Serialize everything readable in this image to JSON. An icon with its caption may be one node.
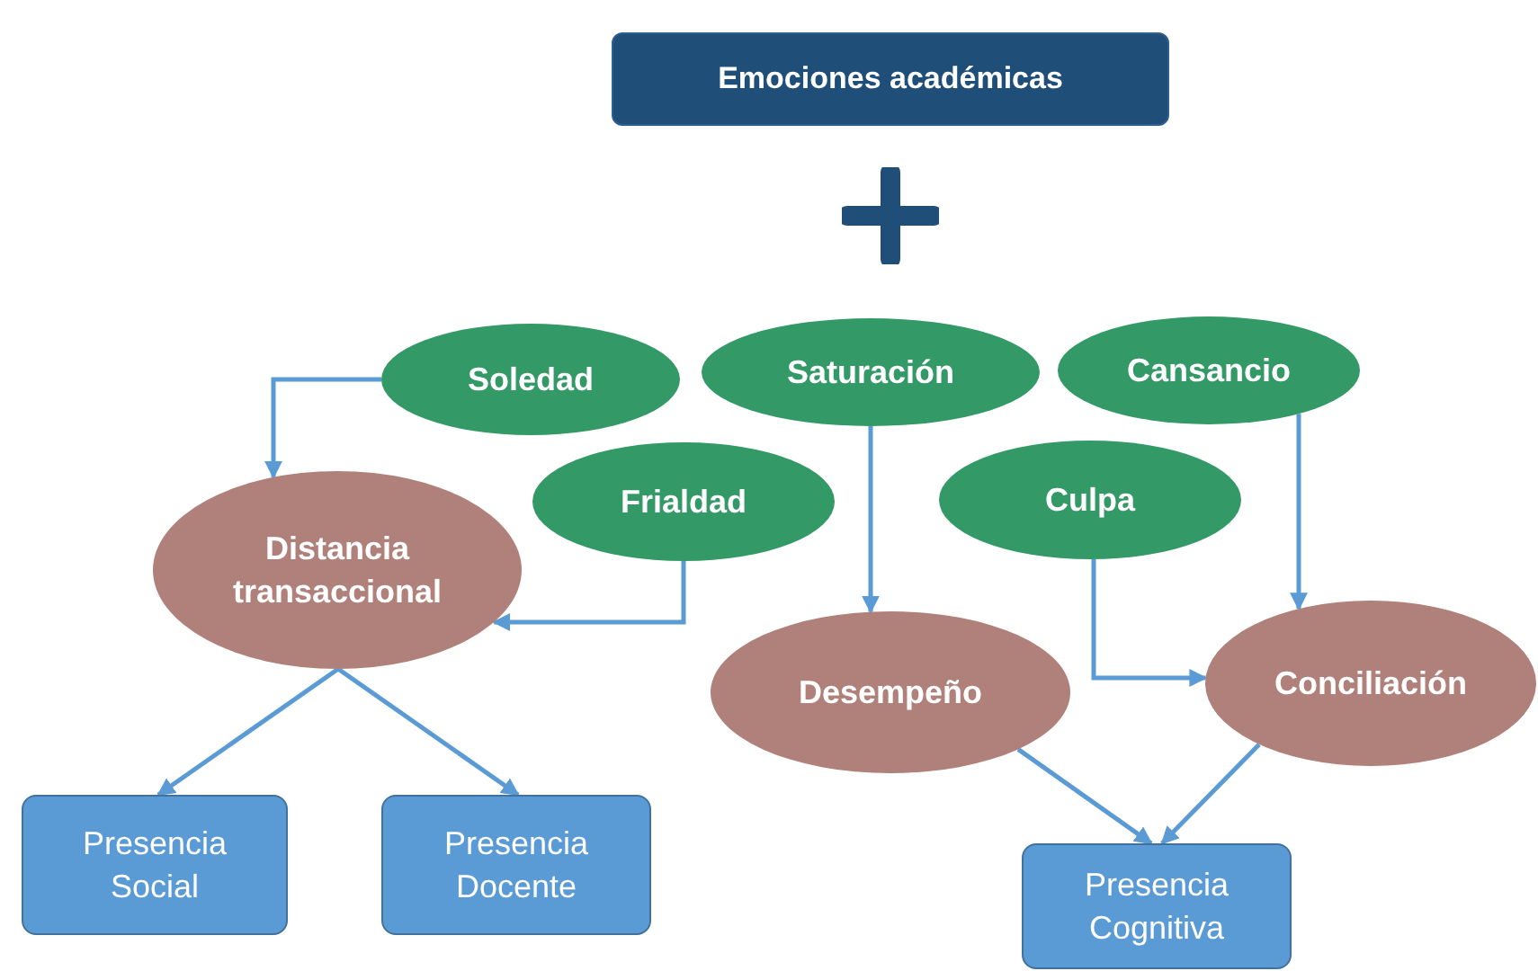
{
  "diagram": {
    "nodes": [
      {
        "text": [
          "Emociones académicas"
        ]
      },
      {
        "text": [
          "Soledad"
        ]
      },
      {
        "text": [
          "Saturación"
        ]
      },
      {
        "text": [
          "Cansancio"
        ]
      },
      {
        "text": [
          "Frialdad"
        ]
      },
      {
        "text": [
          "Culpa"
        ]
      },
      {
        "text": [
          "Distancia transaccional"
        ]
      },
      {
        "text": [
          "Desempeño"
        ]
      },
      {
        "text": [
          "Conciliación"
        ]
      },
      {
        "text": [
          "Presencia Social"
        ]
      },
      {
        "text": [
          "Presencia Docente"
        ]
      },
      {
        "text": [
          "Presencia Cognitiva"
        ]
      }
    ],
    "edges": [
      {
        "from": 1,
        "to": 6,
        "arrow": "to"
      },
      {
        "from": 4,
        "to": 6,
        "arrow": "to"
      },
      {
        "from": 2,
        "to": 7,
        "arrow": "to"
      },
      {
        "from": 3,
        "to": 8,
        "arrow": "to"
      },
      {
        "from": 5,
        "to": 8,
        "arrow": "to"
      },
      {
        "from": 6,
        "to": 9,
        "arrow": "to"
      },
      {
        "from": 6,
        "to": 10,
        "arrow": "to"
      },
      {
        "from": 7,
        "to": 11,
        "arrow": "to"
      },
      {
        "from": 8,
        "to": 11,
        "arrow": "to"
      }
    ]
  }
}
